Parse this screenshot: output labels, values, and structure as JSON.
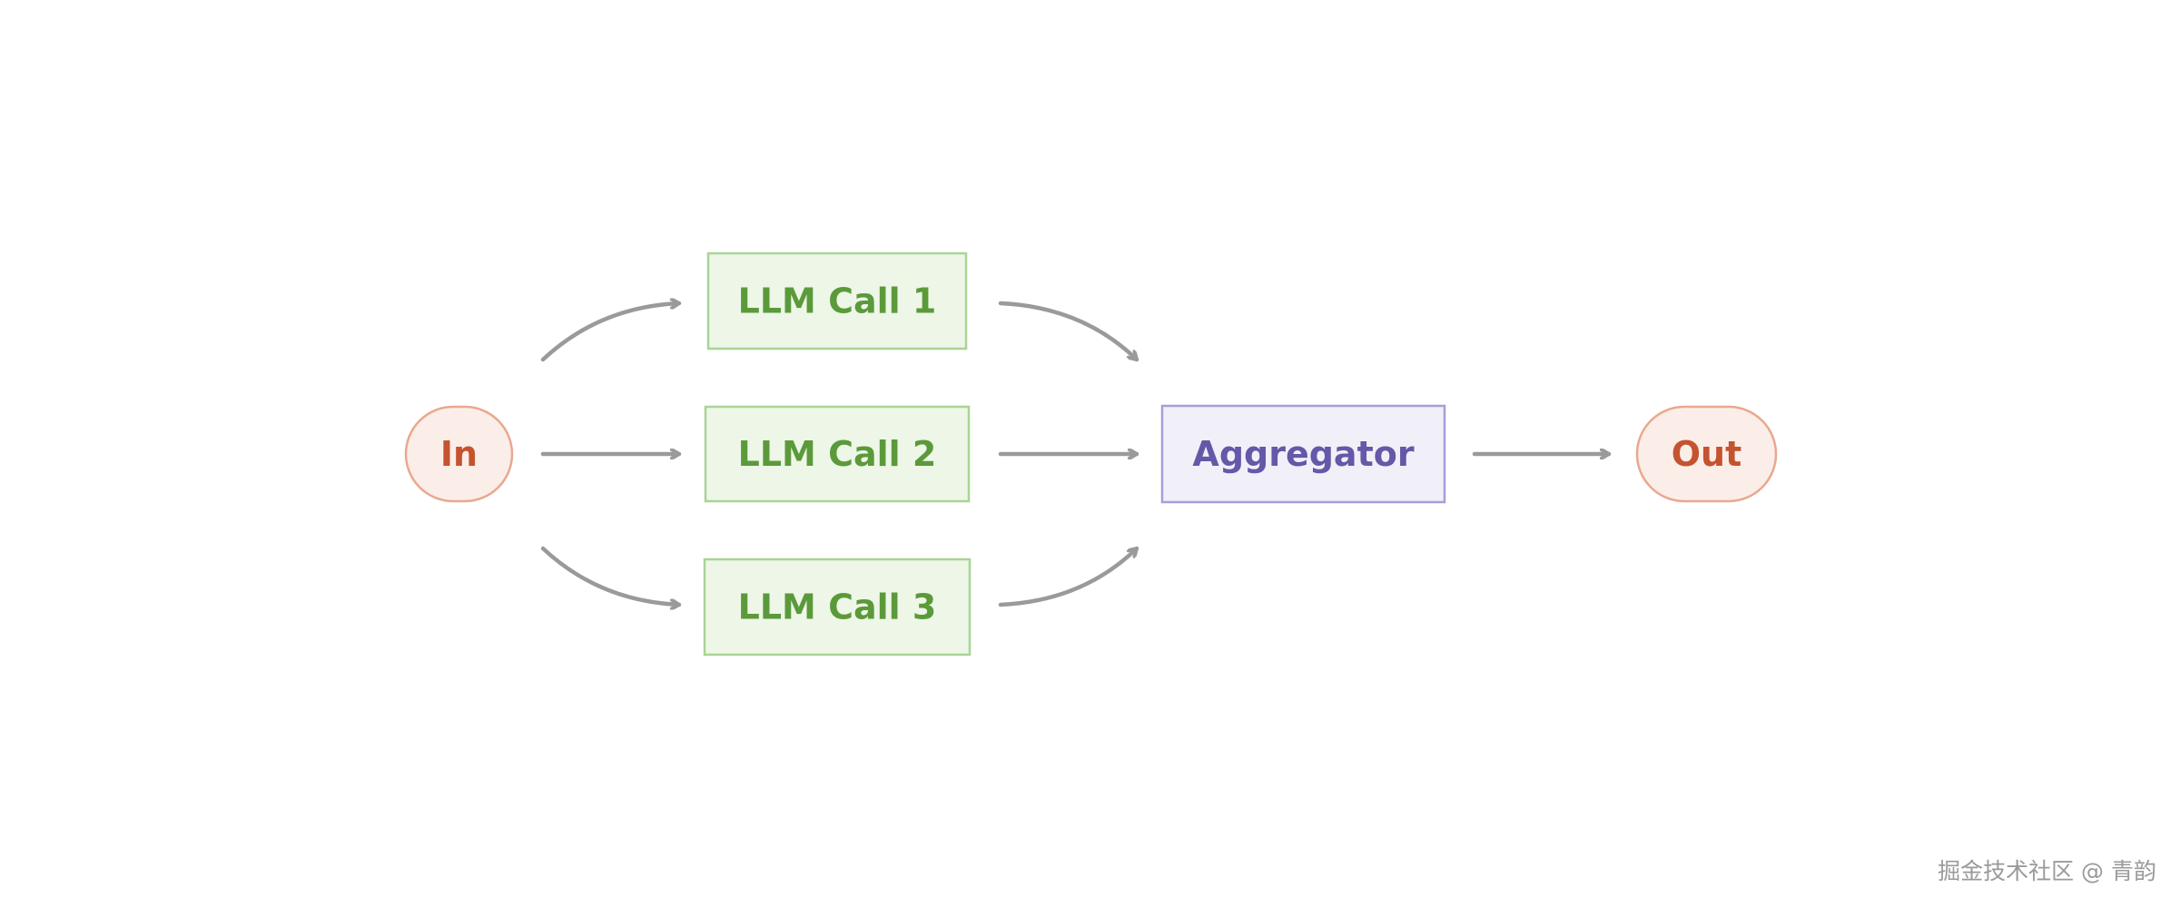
{
  "colors": {
    "edge": "#9a9a98",
    "io_fill": "#fbeee9",
    "io_stroke": "#e9a88f",
    "io_text": "#c4532f",
    "llm_fill": "#eef6e8",
    "llm_stroke": "#a8d495",
    "llm_text": "#5b9a3a",
    "agg_fill": "#f1f0f8",
    "agg_stroke": "#a79ed8",
    "agg_text": "#6458a8",
    "watermark": "#9a9a9a"
  },
  "nodes": {
    "input": {
      "label": "In"
    },
    "llm_call_1": {
      "label": "LLM Call 1"
    },
    "llm_call_2": {
      "label": "LLM Call 2"
    },
    "llm_call_3": {
      "label": "LLM Call 3"
    },
    "aggregator": {
      "label": "Aggregator"
    },
    "output": {
      "label": "Out"
    }
  },
  "watermark": {
    "text": "掘金技术社区 @ 青韵"
  }
}
